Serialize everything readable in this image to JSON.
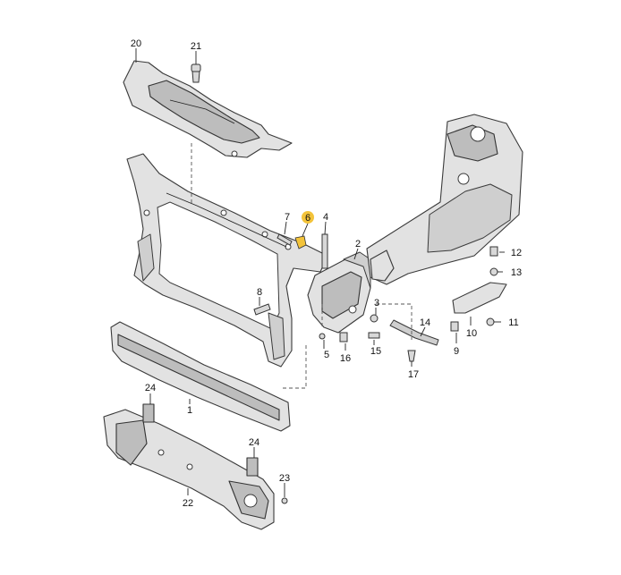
{
  "labels": {
    "l1": "1",
    "l2": "2",
    "l3": "3",
    "l4": "4",
    "l5": "5",
    "l6": "6",
    "l7": "7",
    "l8": "8",
    "l9": "9",
    "l10": "10",
    "l11": "11",
    "l12": "12",
    "l13": "13",
    "l14": "14",
    "l15": "15",
    "l16": "16",
    "l17": "17",
    "l20": "20",
    "l21": "21",
    "l22": "22",
    "l23": "23",
    "l24a": "24",
    "l24b": "24"
  },
  "highlight": {
    "part": "6",
    "color": "#f3c33a"
  }
}
